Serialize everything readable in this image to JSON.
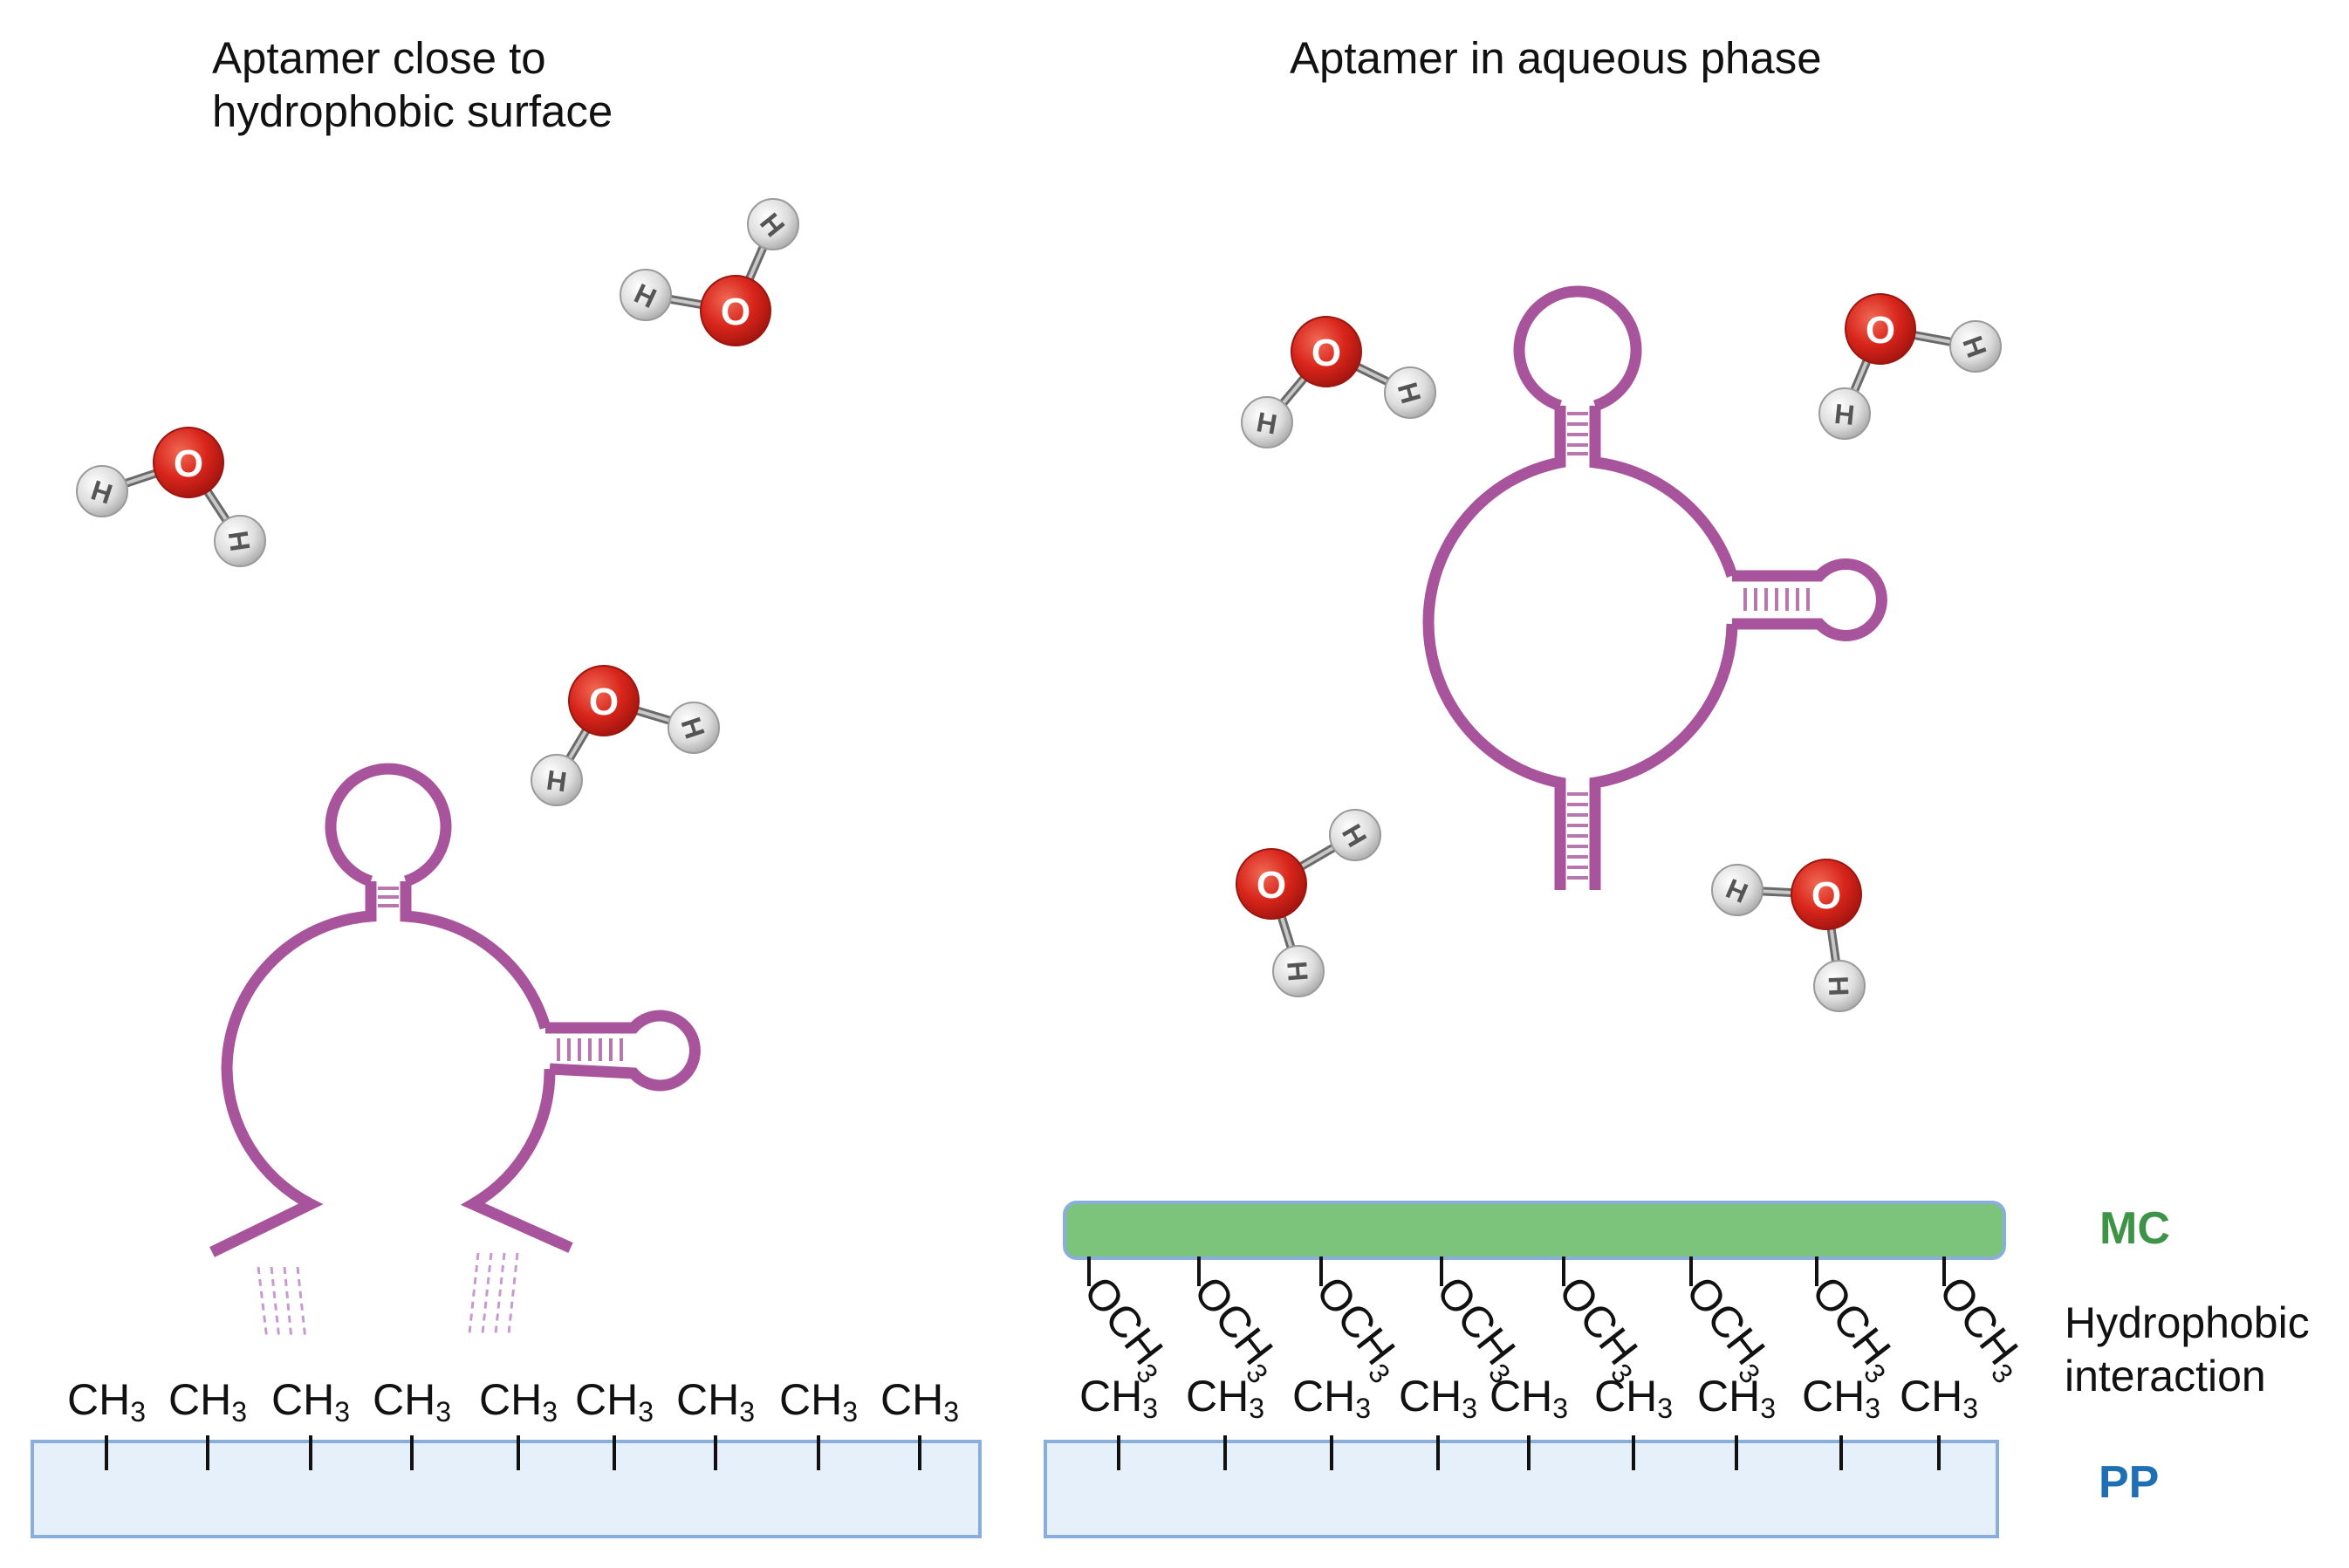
{
  "titles": {
    "left_line1": "Aptamer close to",
    "left_line2": "hydrophobic surface",
    "right": "Aptamer in aqueous phase"
  },
  "labels": {
    "mc": "MC",
    "interaction_line1": "Hydrophobic",
    "interaction_line2": "interaction",
    "pp": "PP"
  },
  "groups": {
    "methyl": "CH",
    "methyl_sub": "3",
    "methoxy": "OCH",
    "methoxy_sub": "3"
  },
  "atoms": {
    "oxygen": "O",
    "hydrogen": "H"
  },
  "colors": {
    "aptamer": "#a8549c",
    "oxygen": "#d6231c",
    "hydrogen": "#dcdcdc",
    "mc_fill": "#7cc47c",
    "mc_text": "#3d9446",
    "pp_fill": "#e6f0fb",
    "pp_stroke": "#8aaedc",
    "pp_text": "#1f6fb4"
  }
}
